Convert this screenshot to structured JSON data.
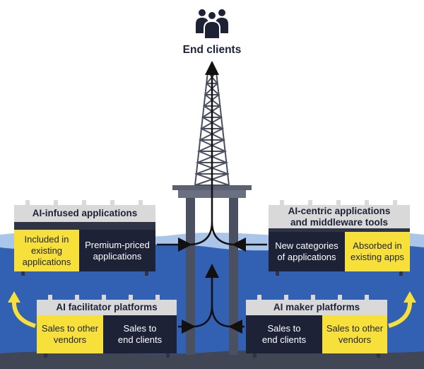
{
  "top": {
    "label": "End clients",
    "icon": "people-group-icon"
  },
  "boxes": {
    "ai_infused": {
      "header": "AI-infused applications",
      "left": "Included in\nexisting\napplications",
      "right": "Premium-priced\napplications"
    },
    "ai_centric": {
      "header": "AI-centric applications\nand middleware tools",
      "left": "New categories\nof applications",
      "right": "Absorbed in\nexisting apps"
    },
    "facilitator": {
      "header": "AI facilitator platforms",
      "left": "Sales to other\nvendors",
      "right": "Sales to\nend clients"
    },
    "maker": {
      "header": "AI maker platforms",
      "left": "Sales to\nend clients",
      "right": "Sales to other\nvendors"
    }
  },
  "colors": {
    "navy": "#1d2237",
    "yellow": "#f7e03a",
    "header_gray": "#d9d9d9",
    "water_light": "#a9c6ea",
    "water": "#3261b4",
    "water_deep": "#2a549f",
    "seabed": "#404654"
  }
}
